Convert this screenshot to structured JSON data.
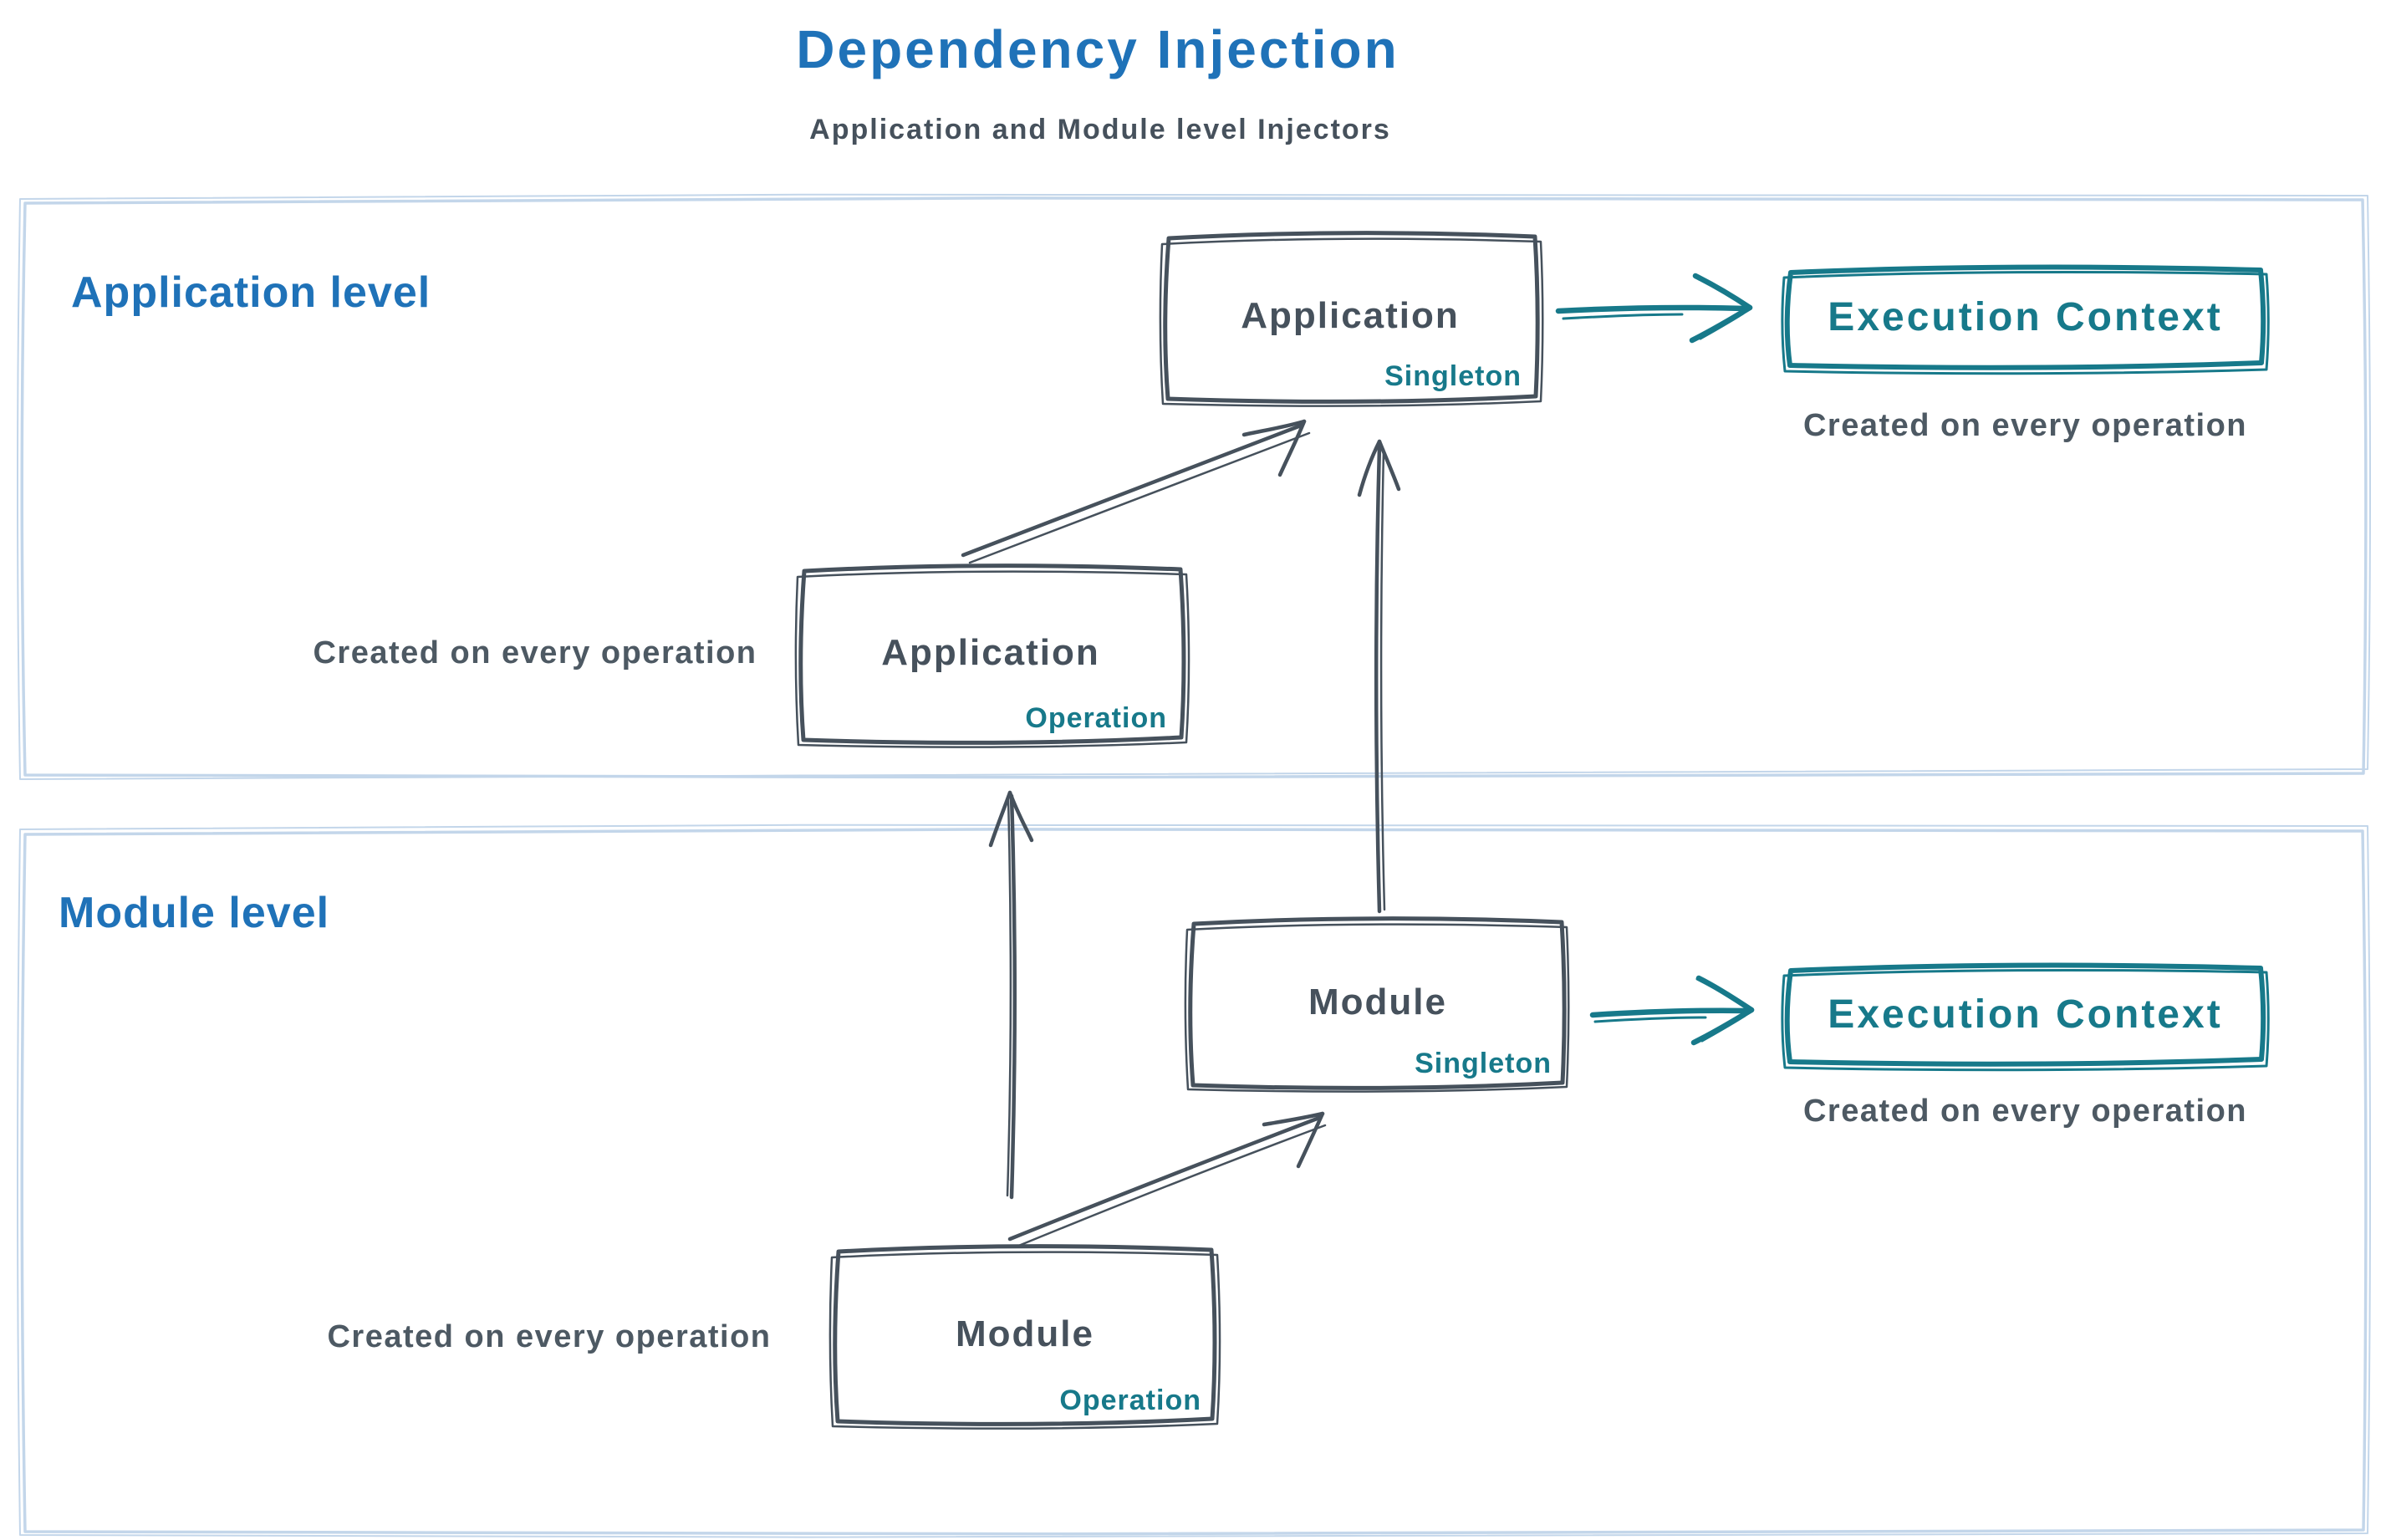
{
  "colors": {
    "blue": "#1f72b8",
    "slate": "#46515c",
    "teal": "#17798a",
    "note": "#4d5963",
    "container_border": "#c3d6ea",
    "background": "#ffffff"
  },
  "header": {
    "title": "Dependency Injection",
    "subtitle": "Application and Module level Injectors"
  },
  "sections": {
    "application": {
      "label": "Application level",
      "singleton_box": {
        "title": "Application",
        "tag": "Singleton"
      },
      "operation_box": {
        "title": "Application",
        "tag": "Operation"
      },
      "operation_note": "Created on every operation",
      "execution_box": {
        "label": "Execution Context"
      },
      "execution_note": "Created on every operation"
    },
    "module": {
      "label": "Module level",
      "singleton_box": {
        "title": "Module",
        "tag": "Singleton"
      },
      "operation_box": {
        "title": "Module",
        "tag": "Operation"
      },
      "operation_note": "Created on every operation",
      "execution_box": {
        "label": "Execution Context"
      },
      "execution_note": "Created on every operation"
    }
  },
  "edges": [
    {
      "from": "application-operation-box",
      "to": "application-singleton-box",
      "color": "slate"
    },
    {
      "from": "module-singleton-box",
      "to": "application-singleton-box",
      "color": "slate"
    },
    {
      "from": "application-singleton-box",
      "to": "application-execution-context-box",
      "color": "teal"
    },
    {
      "from": "module-operation-box",
      "to": "application-operation-box",
      "color": "slate"
    },
    {
      "from": "module-operation-box",
      "to": "module-singleton-box",
      "color": "slate"
    },
    {
      "from": "module-singleton-box",
      "to": "module-execution-context-box",
      "color": "teal"
    }
  ]
}
